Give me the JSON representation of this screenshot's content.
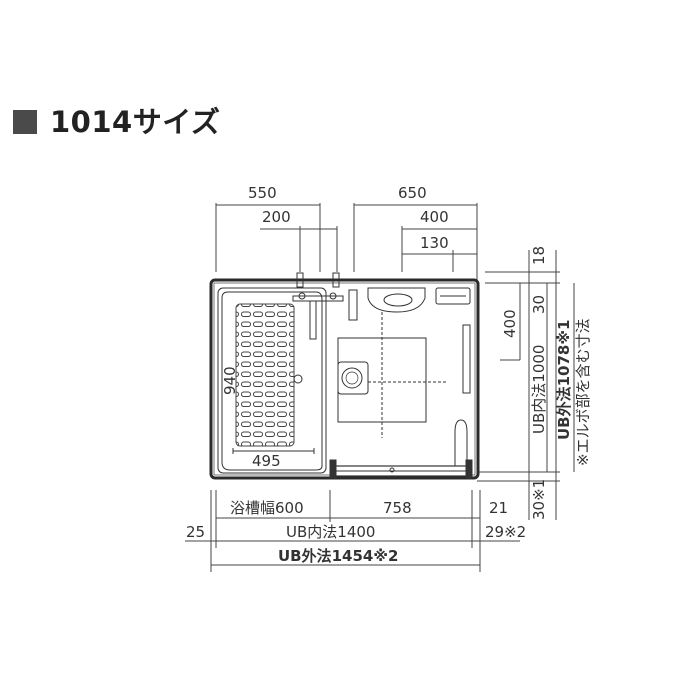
{
  "title": "1014サイズ",
  "dimensions": {
    "top_550": "550",
    "top_200": "200",
    "top_650": "650",
    "top_400": "400",
    "top_130": "130",
    "right_18": "18",
    "right_30": "30",
    "right_400": "400",
    "right_ub_inner": "UB内法1000",
    "right_ub_outer": "UB外法1078※1",
    "right_note": "※エルボ部を含む寸法",
    "right_30_note": "30※1",
    "tub_940": "940",
    "tub_495": "495",
    "bottom_tub_width": "浴槽幅600",
    "bottom_758": "758",
    "bottom_21": "21",
    "bottom_25": "25",
    "bottom_ub_inner": "UB内法1400",
    "bottom_29": "29※2",
    "bottom_ub_outer": "UB外法1454※2"
  },
  "colors": {
    "title_square": "#4a4a4a",
    "line": "#333333",
    "wall": "#2a2a2a"
  }
}
